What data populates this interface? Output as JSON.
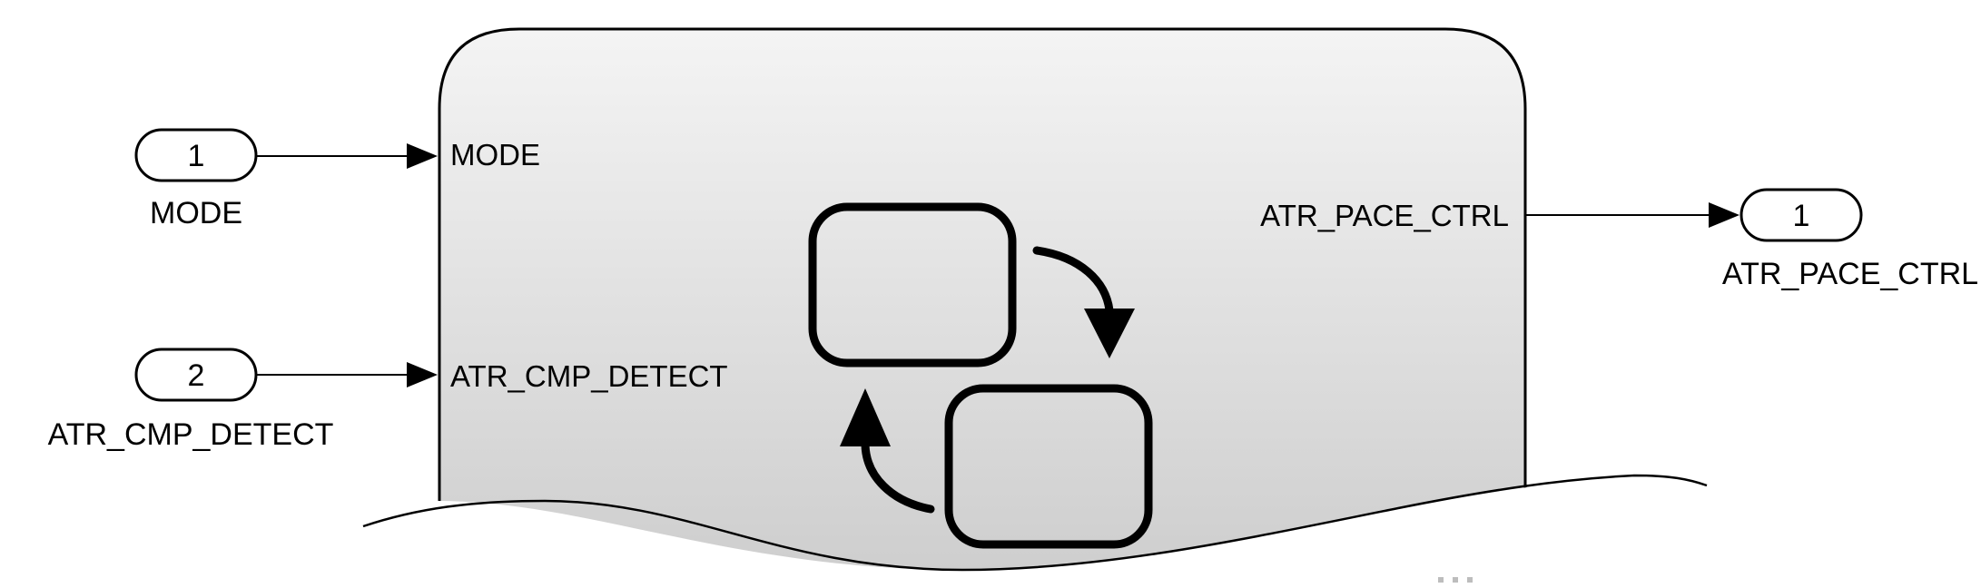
{
  "inports": [
    {
      "number": "1",
      "name": "MODE"
    },
    {
      "number": "2",
      "name": "ATR_CMP_DETECT"
    }
  ],
  "outports": [
    {
      "number": "1",
      "name": "ATR_PACE_CTRL"
    }
  ],
  "chart_block": {
    "input_ports": [
      "MODE",
      "ATR_CMP_DETECT"
    ],
    "output_ports": [
      "ATR_PACE_CTRL"
    ],
    "icon": "stateflow-chart-icon"
  },
  "colors": {
    "line": "#000000",
    "block_fill_top": "#f4f4f4",
    "block_fill_bottom": "#cfcfcf",
    "background": "#ffffff"
  }
}
